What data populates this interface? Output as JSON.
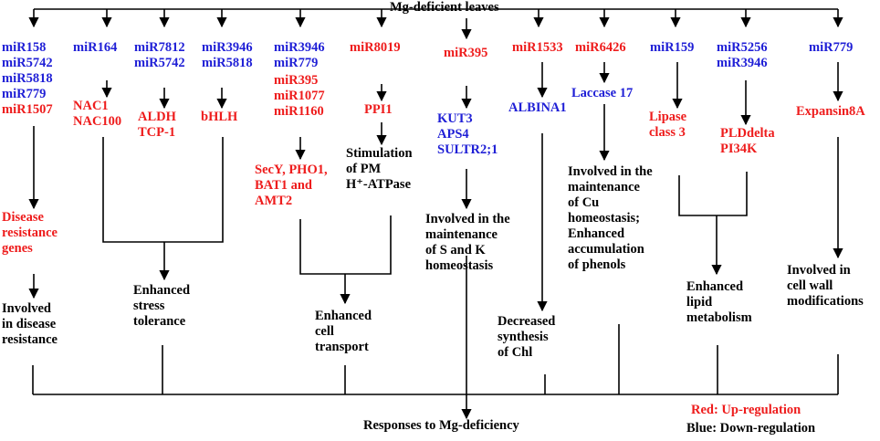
{
  "title": "Mg-deficient leaves",
  "footer": "Responses to Mg-deficiency",
  "colors": {
    "up": "#ee1c1c",
    "down": "#1f1fd6",
    "text": "#000000"
  },
  "legend": {
    "red": "Red: Up-regulation",
    "blue": "Blue: Down-regulation"
  },
  "mirnas": {
    "c1_blue": "miR158\nmiR5742\nmiR5818\nmiR779",
    "c1_red": "miR1507",
    "c2": "miR164",
    "c3": "miR7812\nmiR5742",
    "c4": "miR3946\nmiR5818",
    "c5_blue": "miR3946\nmiR779",
    "c5_red": "miR395\nmiR1077\nmiR1160",
    "c6": "miR8019",
    "c7": "miR395",
    "c8": "miR1533",
    "c9": "miR6426",
    "c10": "miR159",
    "c11": "miR5256\nmiR3946",
    "c12": "miR779"
  },
  "targets": {
    "nac": "NAC1\nNAC100",
    "aldh": "ALDH\nTCP-1",
    "bhlh": "bHLH",
    "sec": "SecY, PHO1,\nBAT1 and\nAMT2",
    "ppi": "PPI1",
    "kut": "KUT3\nAPS4\nSULTR2;1",
    "albina": "ALBINA1",
    "laccase": "Laccase 17",
    "lipase": "Lipase\nclass 3",
    "pld": "PLDdelta\nPI34K",
    "expansin": "Expansin8A",
    "disease_genes": "Disease\nresistance\ngenes"
  },
  "effects": {
    "stim": "Stimulation\nof PM\nH⁺-ATPase",
    "sk": "Involved in the\nmaintenance\nof S and K\nhomeostasis",
    "cu": "Involved in the\nmaintenance\nof Cu\nhomeostasis;\nEnhanced\naccumulation\nof phenols",
    "disease": "Involved\nin disease\nresistance",
    "stress": "Enhanced\nstress\ntolerance",
    "transport": "Enhanced\ncell\ntransport",
    "chl": "Decreased\nsynthesis\nof Chl",
    "lipid": "Enhanced\nlipid\nmetabolism",
    "wall": "Involved in\ncell wall\nmodifications"
  }
}
